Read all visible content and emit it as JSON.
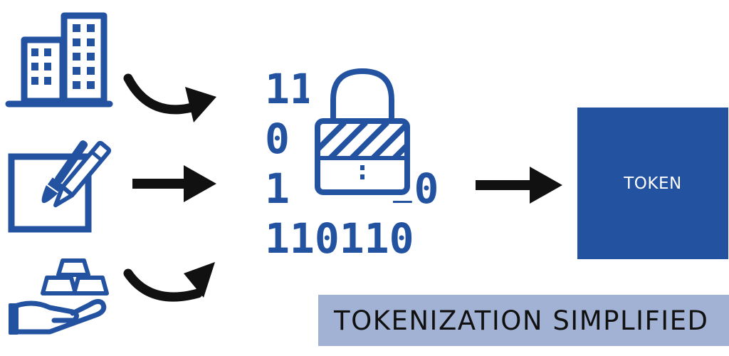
{
  "colors": {
    "primary_blue": "#2352a0",
    "caption_bg": "#a1b2d4",
    "arrow": "#111111",
    "background": "#ffffff"
  },
  "icons": {
    "inputs": [
      "office-buildings-icon",
      "art-brush-pen-icon",
      "gold-bars-in-hand-icon"
    ],
    "center": "binary-lock-icon"
  },
  "binary": {
    "row1": "11  10",
    "row2": "0    1",
    "row3": "1    10",
    "row4": "110110"
  },
  "token": {
    "label": "TOKEN"
  },
  "caption": {
    "text": "TOKENIZATION SIMPLIFIED"
  }
}
